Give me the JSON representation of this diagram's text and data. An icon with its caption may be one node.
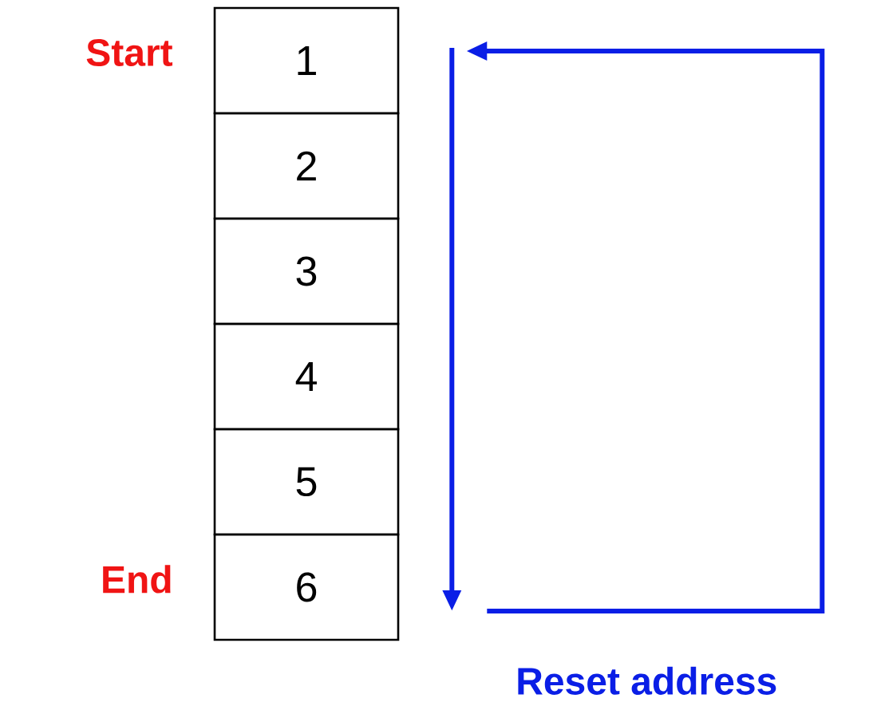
{
  "diagram": {
    "nodes": [
      {
        "text": [
          "1"
        ],
        "beside": [
          "Start"
        ]
      },
      {
        "text": [
          "2"
        ]
      },
      {
        "text": [
          "3"
        ]
      },
      {
        "text": [
          "4"
        ]
      },
      {
        "text": [
          "5"
        ]
      },
      {
        "text": [
          "6"
        ],
        "beside": [
          "End"
        ]
      }
    ],
    "edges": [
      {
        "from": 0,
        "to": 5,
        "arrow": "to"
      },
      {
        "from": 5,
        "to": 0,
        "arrow": "to",
        "label": "Reset address"
      }
    ]
  }
}
